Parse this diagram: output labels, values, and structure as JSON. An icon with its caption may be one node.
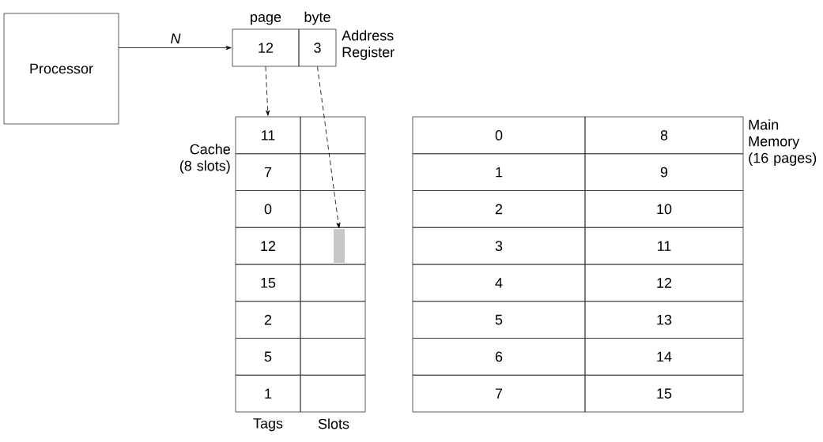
{
  "diagram": {
    "nodes": [
      {
        "text": [
          "Processor"
        ]
      },
      {
        "text": [
          "12"
        ],
        "beside": [
          "page"
        ]
      },
      {
        "text": [
          "3"
        ],
        "beside": [
          "byte"
        ]
      },
      {
        "text": [
          "11"
        ]
      },
      {
        "text": [
          "7"
        ]
      },
      {
        "text": [
          "0"
        ]
      },
      {
        "text": [
          "12"
        ]
      },
      {
        "text": [
          "15"
        ]
      },
      {
        "text": [
          "2"
        ]
      },
      {
        "text": [
          "5"
        ]
      },
      {
        "text": [
          "1"
        ]
      },
      {
        "text": [],
        "shape": "bar"
      },
      {
        "text": [
          "0"
        ]
      },
      {
        "text": [
          "8"
        ]
      },
      {
        "text": [
          "1"
        ]
      },
      {
        "text": [
          "9"
        ]
      },
      {
        "text": [
          "2"
        ]
      },
      {
        "text": [
          "10"
        ]
      },
      {
        "text": [
          "3"
        ]
      },
      {
        "text": [
          "11"
        ]
      },
      {
        "text": [
          "4"
        ]
      },
      {
        "text": [
          "12"
        ]
      },
      {
        "text": [
          "5"
        ]
      },
      {
        "text": [
          "13"
        ]
      },
      {
        "text": [
          "6"
        ]
      },
      {
        "text": [
          "14"
        ]
      },
      {
        "text": [
          "7"
        ]
      },
      {
        "text": [
          "15"
        ]
      }
    ],
    "edges": [
      {
        "from": 0,
        "to": 1,
        "arrow": "to",
        "label": "N"
      },
      {
        "from": 1,
        "to": 3,
        "arrow": "to",
        "style": "dashed"
      },
      {
        "from": 2,
        "to": 11,
        "arrow": "to",
        "style": "dashed"
      }
    ],
    "labels": [
      "Address Register",
      "Cache (8 slots)",
      "Main Memory (16 pages)",
      "Tags",
      "Slots"
    ]
  }
}
